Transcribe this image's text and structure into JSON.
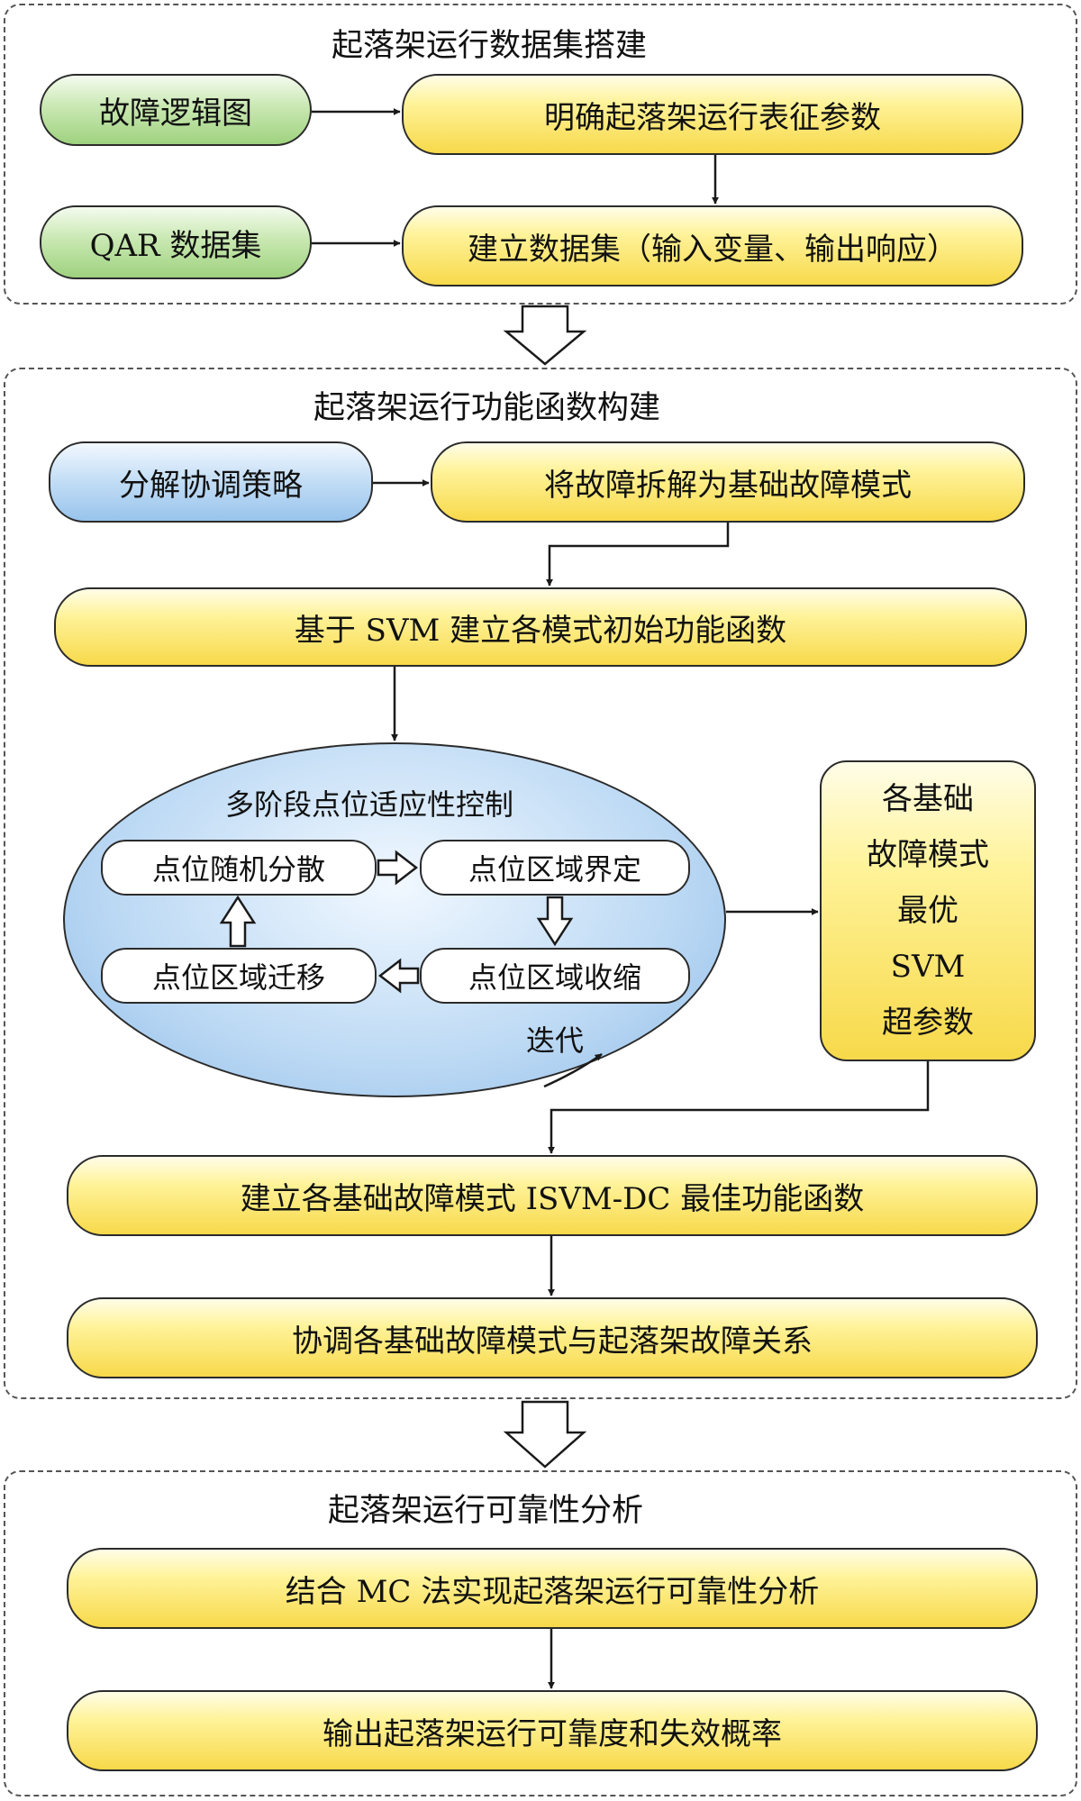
{
  "section1": {
    "title": "起落架运行数据集搭建",
    "fault_logic": "故障逻辑图",
    "qar_dataset": "QAR 数据集",
    "define_params": "明确起落架运行表征参数",
    "build_dataset": "建立数据集（输入变量、输出响应）"
  },
  "section2": {
    "title": "起落架运行功能函数构建",
    "strategy": "分解协调策略",
    "decompose": "将故障拆解为基础故障模式",
    "svm_initial": "基于 SVM 建立各模式初始功能函数",
    "control_title": "多阶段点位适应性控制",
    "random_disperse": "点位随机分散",
    "region_define": "点位区域界定",
    "region_migrate": "点位区域迁移",
    "region_shrink": "点位区域收缩",
    "iterate": "迭代",
    "optimal_lines": [
      "各基础",
      "故障模式",
      "最优",
      "SVM",
      "超参数"
    ],
    "isvm_best": "建立各基础故障模式 ISVM-DC 最佳功能函数",
    "coordinate": "协调各基础故障模式与起落架故障关系"
  },
  "section3": {
    "title": "起落架运行可靠性分析",
    "mc_analysis": "结合 MC 法实现起落架运行可靠性分析",
    "output": "输出起落架运行可靠度和失效概率"
  },
  "colors": {
    "yellow": "#f7d94a",
    "green": "#9fd27f",
    "blue": "#98c4ec",
    "line": "#2b2b2b"
  }
}
